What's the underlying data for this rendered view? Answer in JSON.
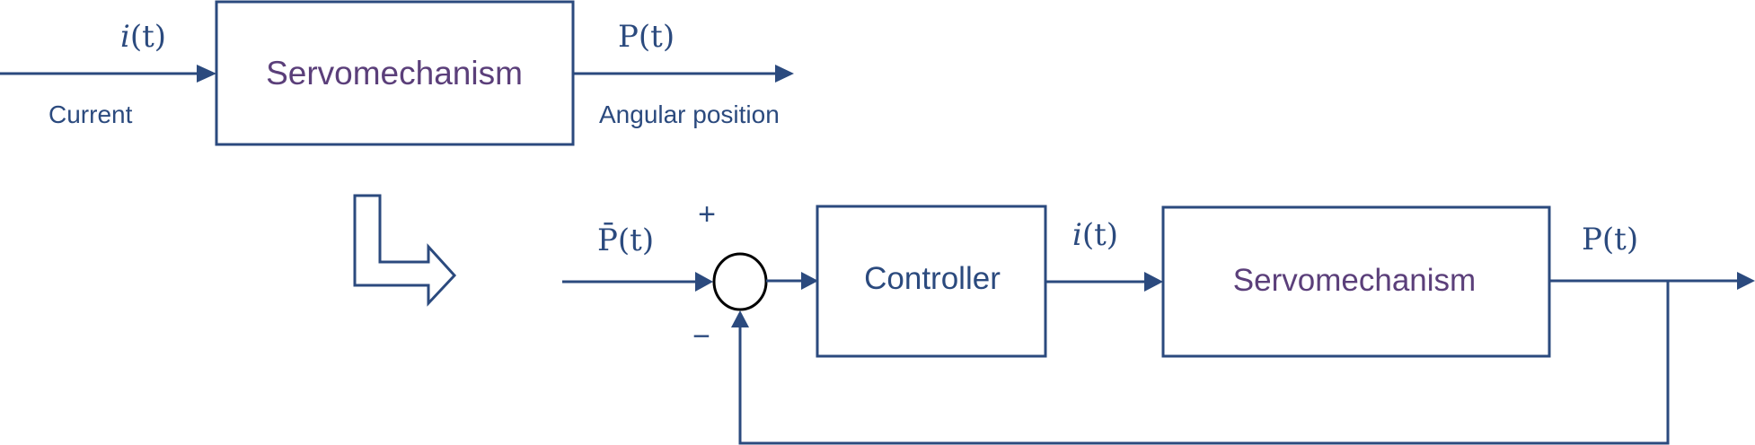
{
  "open_loop": {
    "input_signal": {
      "symbol": "i",
      "arg": "(t)",
      "caption": "Current"
    },
    "block": {
      "label": "Servomechanism"
    },
    "output_signal": {
      "symbol": "P",
      "arg": "(t)",
      "caption": "Angular position"
    }
  },
  "transition_arrow": {
    "icon": "bent-arrow-icon"
  },
  "closed_loop": {
    "reference_signal": {
      "symbol": "P̄",
      "arg": "(t)"
    },
    "summing_junction": {
      "plus_sign": "+",
      "minus_sign": "−"
    },
    "controller_block": {
      "label": "Controller"
    },
    "control_signal": {
      "symbol": "i",
      "arg": "(t)"
    },
    "plant_block": {
      "label": "Servomechanism"
    },
    "output_signal": {
      "symbol": "P",
      "arg": "(t)"
    }
  },
  "colors": {
    "line": "#2b4a7e",
    "block_text_purple": "#5b3f7a",
    "junction_stroke": "#000000"
  }
}
